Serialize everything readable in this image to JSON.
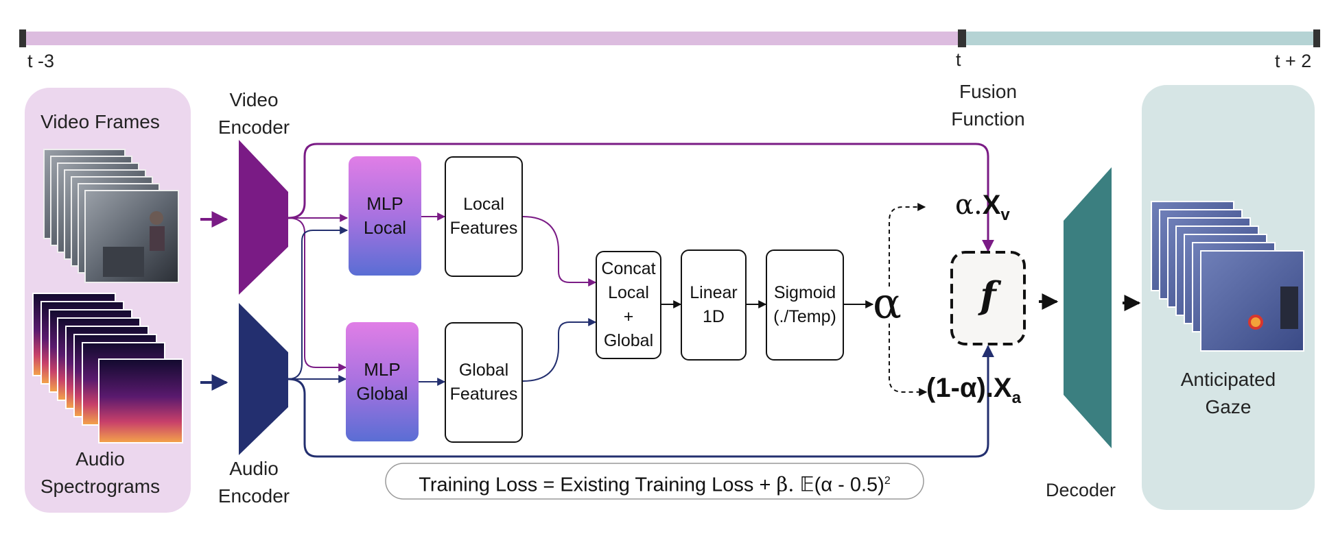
{
  "timeline": {
    "start_label": "t -3",
    "mid_label": "t",
    "end_label": "t + 2",
    "past_color": "#dcbcdf",
    "future_color": "#b5d3d4"
  },
  "input_panel": {
    "video_title": "Video Frames",
    "audio_title": "Audio\nSpectrograms",
    "bg_color": "#ecd7ee"
  },
  "encoders": {
    "video_label": "Video\nEncoder",
    "audio_label": "Audio\nEncoder",
    "video_color": "#7a1b85",
    "audio_color": "#232f6f"
  },
  "modules": {
    "mlp_local": "MLP\nLocal",
    "mlp_global": "MLP\nGlobal",
    "local_features": "Local\nFeatures",
    "global_features": "Global\nFeatures",
    "concat": "Concat\nLocal\n+\nGlobal",
    "linear": "Linear\n1D",
    "sigmoid": "Sigmoid\n(./Temp)"
  },
  "fusion": {
    "title": "Fusion\nFunction",
    "alpha_symbol": "α",
    "video_term_prefix": "α.",
    "video_term_var": "X",
    "video_term_sub": "v",
    "audio_term_prefix": "(1-α).",
    "audio_term_var": "X",
    "audio_term_sub": "a",
    "function_symbol": "f"
  },
  "loss": {
    "prefix": "Training Loss = Existing Training Loss + ",
    "beta": "β.",
    "expect": "𝔼",
    "paren": "(α - 0.5)",
    "power": "2"
  },
  "decoder": {
    "label": "Decoder",
    "color": "#3b7f80"
  },
  "output_panel": {
    "title": "Anticipated\nGaze",
    "bg_color": "#d6e5e5"
  }
}
